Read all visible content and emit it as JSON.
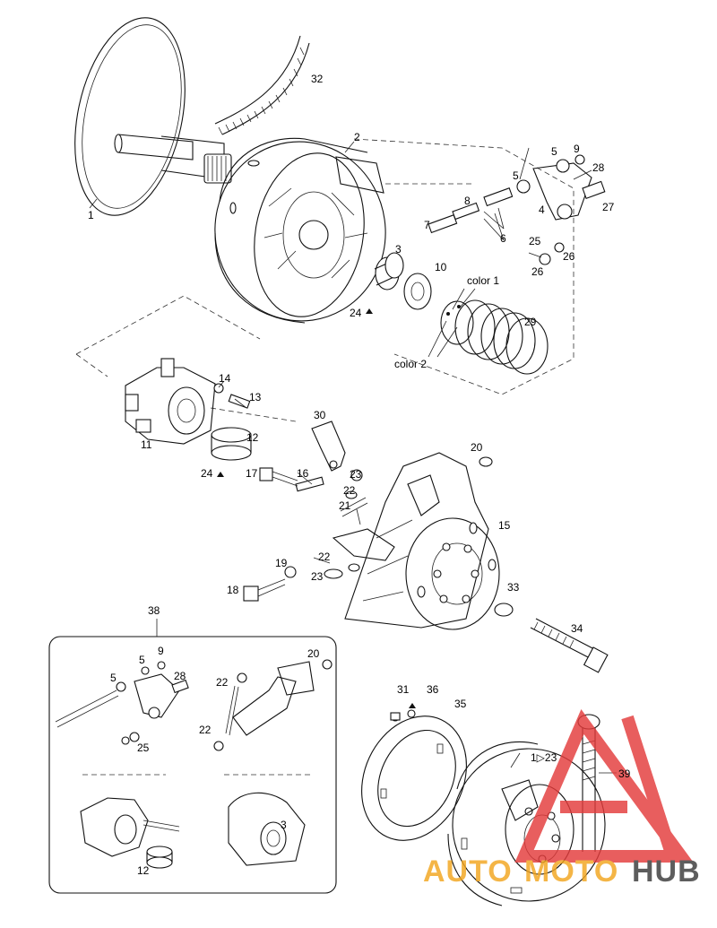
{
  "part_labels": [
    {
      "id": "p1",
      "text": "1"
    },
    {
      "id": "p32",
      "text": "32"
    },
    {
      "id": "p2",
      "text": "2"
    },
    {
      "id": "p5a",
      "text": "5"
    },
    {
      "id": "p9",
      "text": "9"
    },
    {
      "id": "p5b",
      "text": "5"
    },
    {
      "id": "p28",
      "text": "28"
    },
    {
      "id": "p8",
      "text": "8"
    },
    {
      "id": "p4",
      "text": "4"
    },
    {
      "id": "p27",
      "text": "27"
    },
    {
      "id": "p7",
      "text": "7"
    },
    {
      "id": "p6",
      "text": "6"
    },
    {
      "id": "p25",
      "text": "25"
    },
    {
      "id": "p26a",
      "text": "26"
    },
    {
      "id": "p26b",
      "text": "26"
    },
    {
      "id": "p3",
      "text": "3"
    },
    {
      "id": "p10",
      "text": "10"
    },
    {
      "id": "p24a",
      "text": "24"
    },
    {
      "id": "pcolor1",
      "text": "color 1"
    },
    {
      "id": "p29",
      "text": "29"
    },
    {
      "id": "pcolor2",
      "text": "color 2"
    },
    {
      "id": "p14",
      "text": "14"
    },
    {
      "id": "p13",
      "text": "13"
    },
    {
      "id": "p30",
      "text": "30"
    },
    {
      "id": "p11",
      "text": "11"
    },
    {
      "id": "p12",
      "text": "12"
    },
    {
      "id": "p20",
      "text": "20"
    },
    {
      "id": "p24b",
      "text": "24"
    },
    {
      "id": "p17",
      "text": "17"
    },
    {
      "id": "p16",
      "text": "16"
    },
    {
      "id": "p23a",
      "text": "23"
    },
    {
      "id": "p22a",
      "text": "22"
    },
    {
      "id": "p21",
      "text": "21"
    },
    {
      "id": "p15",
      "text": "15"
    },
    {
      "id": "p22b",
      "text": "22"
    },
    {
      "id": "p19",
      "text": "19"
    },
    {
      "id": "p23b",
      "text": "23"
    },
    {
      "id": "p18",
      "text": "18"
    },
    {
      "id": "p33",
      "text": "33"
    },
    {
      "id": "p34",
      "text": "34"
    },
    {
      "id": "p38",
      "text": "38"
    }
  ],
  "kit_labels": [
    {
      "id": "k9",
      "text": "9"
    },
    {
      "id": "k5a",
      "text": "5"
    },
    {
      "id": "k20",
      "text": "20"
    },
    {
      "id": "k5b",
      "text": "5"
    },
    {
      "id": "k28",
      "text": "28"
    },
    {
      "id": "k22a",
      "text": "22"
    },
    {
      "id": "k22b",
      "text": "22"
    },
    {
      "id": "k25",
      "text": "25"
    },
    {
      "id": "k3",
      "text": "3"
    },
    {
      "id": "k12",
      "text": "12"
    }
  ],
  "lower_labels": [
    {
      "id": "p31",
      "text": "31"
    },
    {
      "id": "p36",
      "text": "36"
    },
    {
      "id": "p35",
      "text": "35"
    },
    {
      "id": "p1to23",
      "text": "1▷23"
    },
    {
      "id": "p39",
      "text": "39"
    }
  ],
  "watermark": {
    "text_left": "AUTO",
    "text_mid": "MOTO",
    "text_right": "HUB",
    "color_orange": "#f2a51e",
    "color_red": "#e33b3b",
    "color_dark": "#3a3a3a"
  },
  "colors": {
    "line": "#111111",
    "background": "#ffffff"
  }
}
